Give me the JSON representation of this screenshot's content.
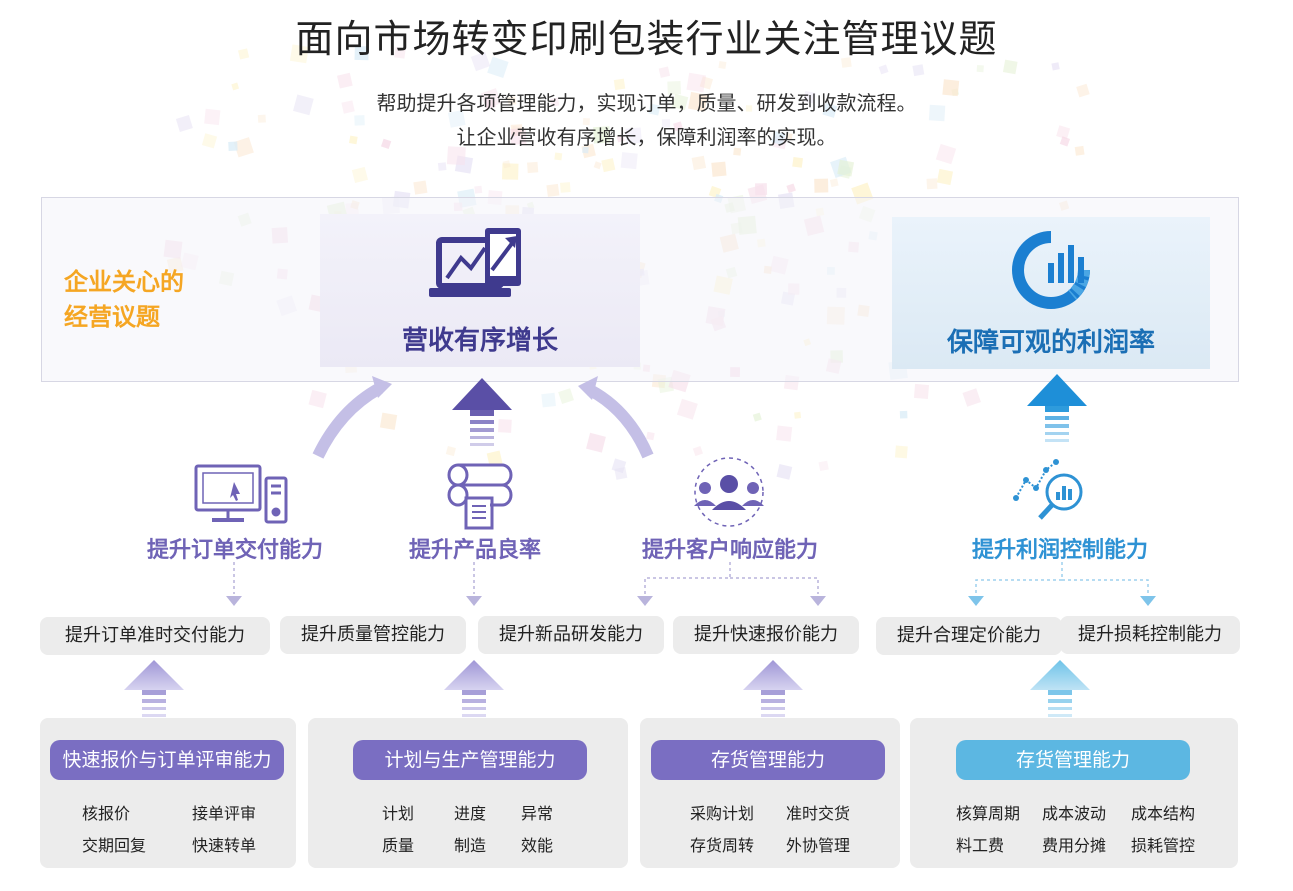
{
  "title": "面向市场转变印刷包装行业关注管理议题",
  "subtitle_lines": [
    "帮助提升各项管理能力，实现订单，质量、研发到收款流程。",
    "让企业营收有序增长，保障利润率的实现。"
  ],
  "concern": {
    "label_lines": [
      "企业关心的",
      "经营议题"
    ],
    "color": "#f5a623"
  },
  "goals": [
    {
      "label": "营收有序增长",
      "icon": "laptop-growth-chart-icon",
      "color": "#3f3a8e"
    },
    {
      "label": "保障可观的利润率",
      "icon": "pie-bar-chart-icon",
      "color": "#1b6fb5"
    }
  ],
  "capabilities": [
    {
      "label": "提升订单交付能力",
      "icon": "computer-icon",
      "color": "#6f63b6"
    },
    {
      "label": "提升产品良率",
      "icon": "printing-press-icon",
      "color": "#6f63b6"
    },
    {
      "label": "提升客户响应能力",
      "icon": "customers-icon",
      "color": "#6f63b6"
    },
    {
      "label": "提升利润控制能力",
      "icon": "analytics-magnifier-icon",
      "color": "#2e92d4"
    }
  ],
  "sub_capabilities": [
    "提升订单准时交付能力",
    "提升质量管控能力",
    "提升新品研发能力",
    "提升快速报价能力",
    "提升合理定价能力",
    "提升损耗控制能力"
  ],
  "foundations": [
    {
      "title": "快速报价与订单评审能力",
      "items": [
        "核报价",
        "接单评审",
        "交期回复",
        "快速转单"
      ],
      "color": "#7a6ec2"
    },
    {
      "title": "计划与生产管理能力",
      "items": [
        "计划",
        "进度",
        "异常",
        "质量",
        "制造",
        "效能"
      ],
      "color": "#7a6ec2"
    },
    {
      "title": "存货管理能力",
      "items": [
        "采购计划",
        "准时交货",
        "存货周转",
        "外协管理"
      ],
      "color": "#7a6ec2"
    },
    {
      "title": "存货管理能力",
      "items": [
        "核算周期",
        "成本波动",
        "成本结构",
        "料工费",
        "费用分摊",
        "损耗管控"
      ],
      "color": "#5cb7e2"
    }
  ]
}
